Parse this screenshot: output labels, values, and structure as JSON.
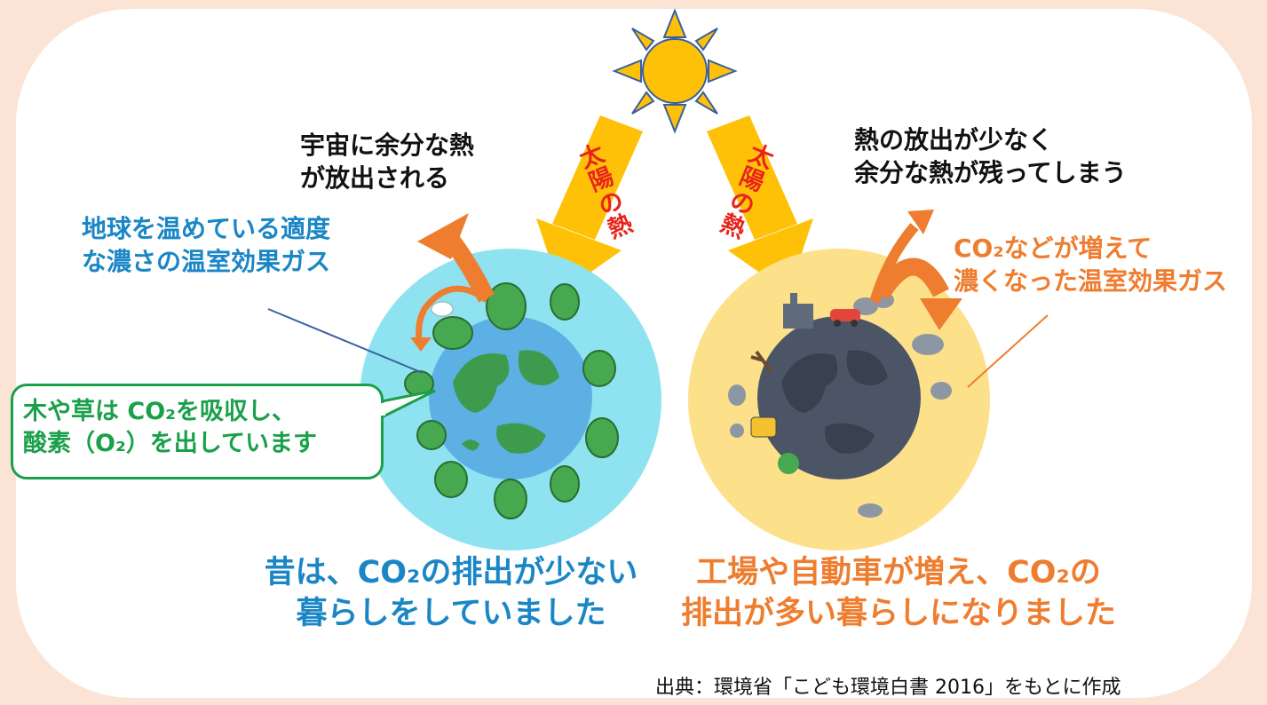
{
  "top_left": {
    "line1": "宇宙に余分な熱",
    "line2": "が放出される"
  },
  "top_right": {
    "line1": "熱の放出が少なく",
    "line2": "余分な熱が残ってしまう"
  },
  "left_gas": {
    "line1": "地球を温めている適度",
    "line2": "な濃さの温室効果ガス"
  },
  "right_gas": {
    "line1": "CO₂などが増えて",
    "line2": "濃くなった温室効果ガス"
  },
  "callout": {
    "line1": "木や草は CO₂を吸収し、",
    "line2": "酸素（O₂）を出しています"
  },
  "sun_heat_left": [
    "太",
    "陽",
    "の",
    "熱"
  ],
  "sun_heat_right": [
    "太",
    "陽",
    "の",
    "熱"
  ],
  "caption_left": {
    "line1": "昔は、CO₂の排出が少ない",
    "line2": "暮らしをしていました"
  },
  "caption_right": {
    "line1": "工場や自動車が増え、CO₂の",
    "line2": "排出が多い暮らしになりました"
  },
  "source": "出典：環境省「こども環境白書 2016」をもとに作成",
  "colors": {
    "background": "#fbe3d5",
    "sun": "#ffc107",
    "heat_band": "#ffc107",
    "heat_text": "#e8241b",
    "arrow": "#ee7d2f",
    "left_atmosphere": "#8fe3f0",
    "right_atmosphere": "#fde08a",
    "earth_ocean": "#5db0e3",
    "earth_land": "#3e9b4e",
    "polluted_earth": "#4b5566",
    "blue_text": "#1a86c6",
    "orange_text": "#ee7d2f",
    "green_text": "#1aa04a"
  },
  "icons": [
    "sun-icon",
    "clean-earth-icon",
    "polluted-earth-icon",
    "tree-icon",
    "bird-icon",
    "car-icon",
    "factory-icon",
    "smoke-icon"
  ]
}
